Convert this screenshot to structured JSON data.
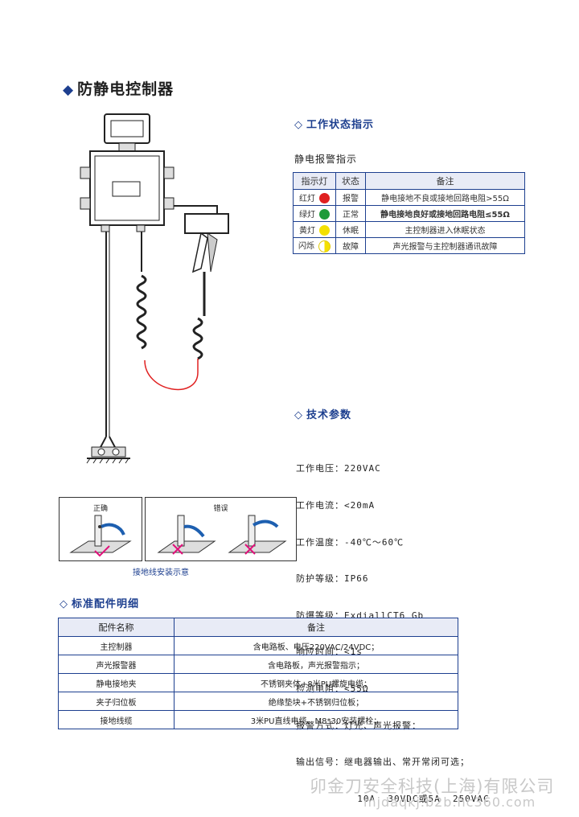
{
  "title": "防静电控制器",
  "status_section": {
    "title": "工作状态指示",
    "subtitle": "静电报警指示",
    "headers": [
      "指示灯",
      "状态",
      "备注"
    ],
    "rows": [
      {
        "lamp": "红灯",
        "color": "#e02020",
        "state": "报警",
        "note": "静电接地不良或接地回路电阻>55Ω",
        "blink": false
      },
      {
        "lamp": "绿灯",
        "color": "#1f9a3a",
        "state": "正常",
        "note": "静电接地良好或接地回路电阻≤55Ω",
        "blink": false
      },
      {
        "lamp": "黄灯",
        "color": "#f4e000",
        "state": "休眠",
        "note": "主控制器进入休眠状态",
        "blink": false
      },
      {
        "lamp": "闪烁",
        "color": "#f4e000",
        "state": "故障",
        "note": "声光报警与主控制器通讯故障",
        "blink": true
      }
    ]
  },
  "tech_section": {
    "title": "技术参数",
    "lines": [
      "工作电压：220VAC",
      "工作电流：<20mA",
      "工作温度：-40℃～60℃",
      "防护等级：IP66",
      "防爆等级：ExdiallCT6 Gb",
      "响应时间：<1s",
      "检测电阻：<55Ω",
      "报警方式：灯光、声光报警：",
      "输出信号：继电器输出、常开常闭可选；",
      "          10A  30VDC或5A  250VAC"
    ]
  },
  "install": {
    "correct_label": "正确",
    "wrong_label": "错误",
    "caption": "接地线安装示意"
  },
  "accessories": {
    "title": "标准配件明细",
    "headers": [
      "配件名称",
      "备注"
    ],
    "rows": [
      [
        "主控制器",
        "含电路板、电压220VAC/24VDC；"
      ],
      [
        "声光报警器",
        "含电路板，声光报警指示；"
      ],
      [
        "静电接地夹",
        "不锈钢夹体+8米PU螺旋电缆；"
      ],
      [
        "夹子归位板",
        "绝缘垫块+不锈钢归位板；"
      ],
      [
        "接地线缆",
        "3米PU直线电缆、M8*30安装螺栓；"
      ]
    ]
  },
  "footer": {
    "company": "卯金刀安全科技(上海)有限公司",
    "url": "mjdaqkj.b2b.hc360.com"
  },
  "colors": {
    "accent": "#1d3f8f",
    "cable_red": "#e02020"
  }
}
